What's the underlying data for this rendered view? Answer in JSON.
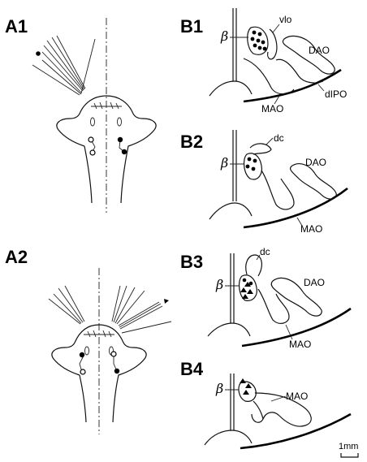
{
  "panels": {
    "a1": {
      "label": "A1"
    },
    "a2": {
      "label": "A2"
    },
    "b1": {
      "label": "B1",
      "labels": {
        "vlo": "vlo",
        "dao": "DAO",
        "mao": "MAO",
        "dlpo": "dIPO"
      }
    },
    "b2": {
      "label": "B2",
      "labels": {
        "dc": "dc",
        "dao": "DAO",
        "mao": "MAO"
      }
    },
    "b3": {
      "label": "B3",
      "labels": {
        "dc": "dc",
        "dao": "DAO",
        "mao": "MAO"
      }
    },
    "b4": {
      "label": "B4",
      "labels": {
        "mao": "MAO"
      }
    }
  },
  "beta_symbol": "β",
  "scale_bar": {
    "label": "1mm"
  }
}
